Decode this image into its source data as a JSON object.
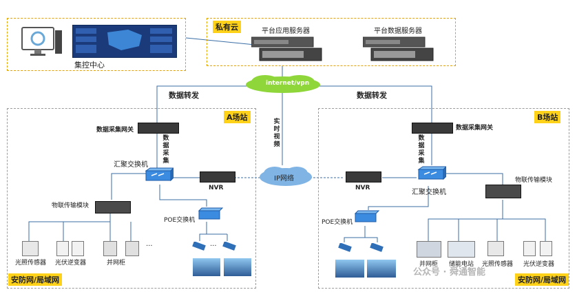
{
  "control_center": {
    "label": "集控中心"
  },
  "private_cloud": {
    "title": "私有云",
    "app_server": "平台应用服务器",
    "data_server": "平台数据服务器"
  },
  "internet_cloud": "internet/vpn",
  "ip_cloud": "IP网络",
  "data_forward_left": "数据转发",
  "data_forward_right": "数据转发",
  "realtime_video": "实时视频",
  "site_a": {
    "title": "A场站",
    "gateway": "数据采集网关",
    "data_collect": "数据采集",
    "agg_switch": "汇聚交换机",
    "nvr": "NVR",
    "iot_module": "物联传输模块",
    "poe_switch": "POE交换机",
    "devices": [
      "光照传感器",
      "光伏逆变器",
      "并网柜"
    ],
    "ellipsis": "···",
    "network": "安防网/局域网"
  },
  "site_b": {
    "title": "B场站",
    "gateway": "数据采集网关",
    "data_collect": "数据采集",
    "agg_switch": "汇聚交换机",
    "nvr": "NVR",
    "iot_module": "物联传输模块",
    "poe_switch": "POE交换机",
    "devices": [
      "并网柜",
      "储能电站",
      "光照传感器",
      "光伏逆变器"
    ],
    "network": "安防网/局域网"
  },
  "watermark": "公众号 · 舜通智能"
}
